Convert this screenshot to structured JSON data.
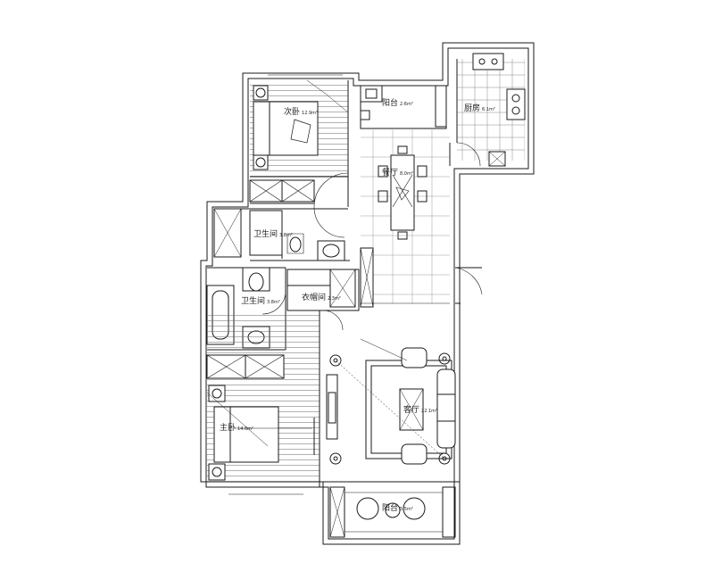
{
  "rooms": {
    "bedroom_master": {
      "name": "次卧",
      "area": "12.9m²"
    },
    "kitchen_balcony": {
      "name": "阳台",
      "area": "2.6m²"
    },
    "kitchen": {
      "name": "厨房",
      "area": "6.1m²"
    },
    "dining": {
      "name": "餐厅",
      "area": "8.0m²"
    },
    "bathroom_upper": {
      "name": "卫生间",
      "area": "3.8m²"
    },
    "bathroom_lower": {
      "name": "卫生间",
      "area": "3.8m²"
    },
    "cloakroom": {
      "name": "衣帽间",
      "area": "2.3m²"
    },
    "living_room": {
      "name": "客厅",
      "area": "22.1m²"
    },
    "bedroom_second": {
      "name": "主卧",
      "area": "14.6m²"
    },
    "balcony_south": {
      "name": "阳台",
      "area": "5.5m²"
    }
  },
  "colors": {
    "line": "#1a1a1a",
    "hatch": "#555555",
    "background": "#ffffff"
  }
}
